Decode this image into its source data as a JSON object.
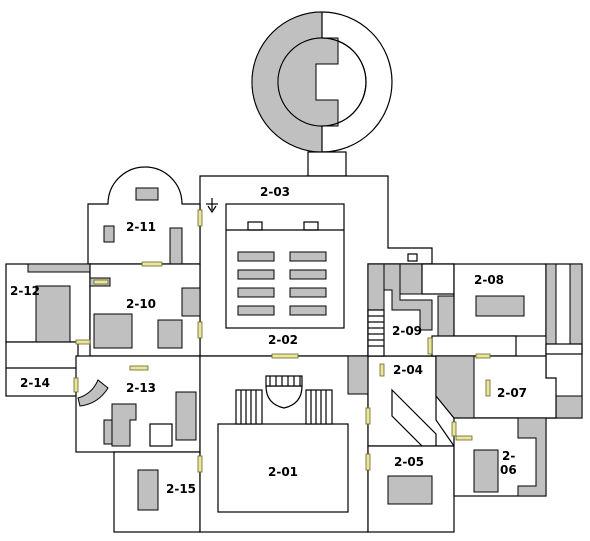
{
  "rooms": {
    "r2_01": "2-01",
    "r2_02": "2-02",
    "r2_03": "2-03",
    "r2_04": "2-04",
    "r2_05": "2-05",
    "r2_06": "2-06",
    "r2_07": "2-07",
    "r2_08": "2-08",
    "r2_09": "2-09",
    "r2_10": "2-10",
    "r2_11": "2-11",
    "r2_12": "2-12",
    "r2_13": "2-13",
    "r2_14": "2-14",
    "r2_15": "2-15"
  },
  "colors": {
    "floor": "#ffffff",
    "obstacle": "#c0c0c0",
    "wall": "#000000",
    "door": "#e8e6a0"
  },
  "icons": {
    "entry_marker": "arrow-down-icon",
    "door": "door-marker"
  }
}
